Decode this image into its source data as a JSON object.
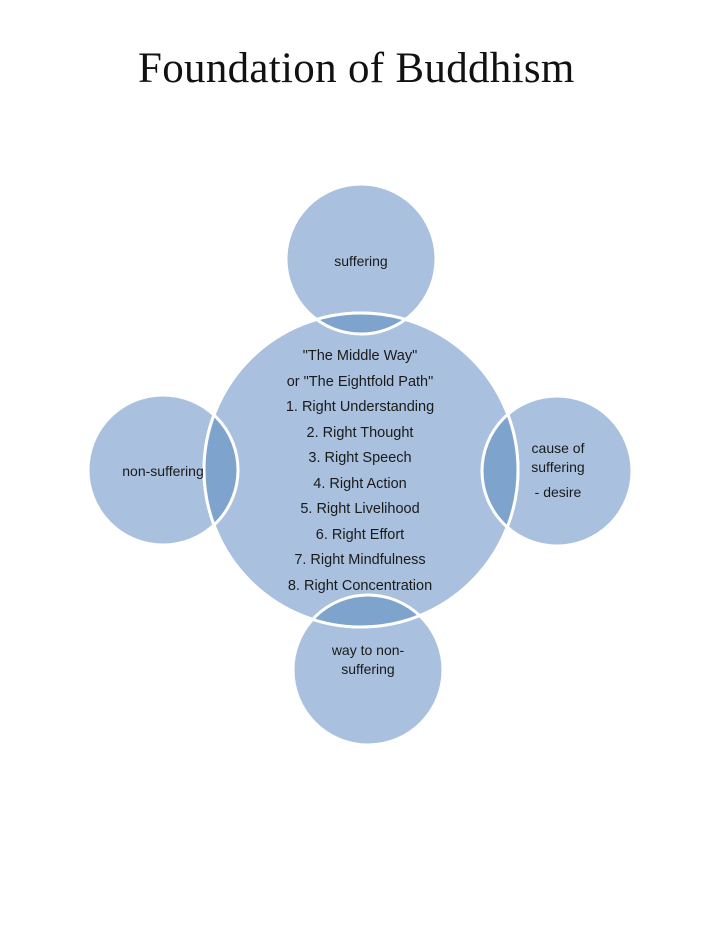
{
  "title": "Foundation of Buddhism",
  "colors": {
    "circle_fill": "#a9c1de",
    "overlap_fill": "#7ea3cc",
    "circle_stroke": "#ffffff"
  },
  "nodes": {
    "top": {
      "text": "suffering"
    },
    "right": {
      "line1": "cause of",
      "line2": "suffering",
      "line3": "- desire"
    },
    "bottom": {
      "line1": "way to non-",
      "line2": "suffering"
    },
    "left": {
      "text": "non-suffering"
    }
  },
  "center": {
    "lines": [
      "\"The Middle Way\"",
      "or \"The Eightfold Path\"",
      "1. Right Understanding",
      "2. Right Thought",
      "3. Right Speech",
      "4. Right Action",
      "5. Right Livelihood",
      "6. Right Effort",
      "7. Right Mindfulness",
      "8. Right Concentration"
    ]
  }
}
